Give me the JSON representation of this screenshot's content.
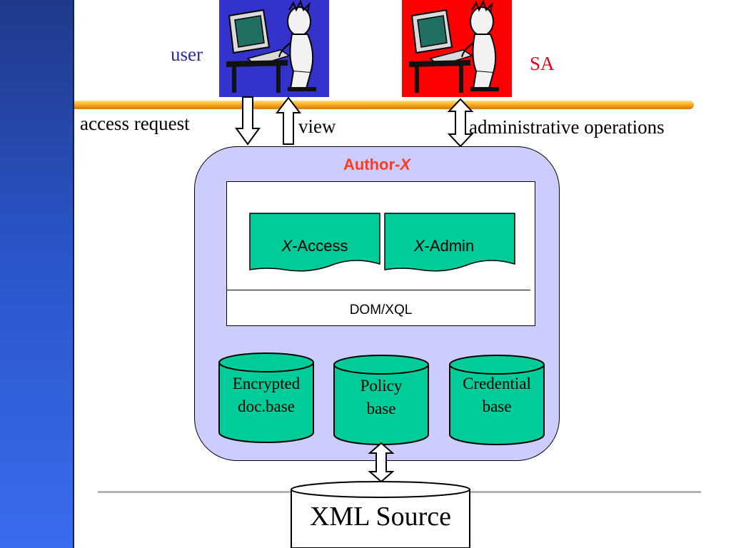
{
  "actors": {
    "user": {
      "label": "user",
      "color": "#2a2aa8",
      "tile_color": "#3333cc"
    },
    "sa": {
      "label": "SA",
      "color": "#e8001c",
      "tile_color": "#ff0000"
    }
  },
  "arrows": {
    "access_request": "access request",
    "view": "view",
    "administrative_operations": "administrative operations"
  },
  "system": {
    "title_prefix": "Author-",
    "title_var": "X",
    "modules": [
      {
        "var": "X",
        "name": "-Access"
      },
      {
        "var": "X",
        "name": "-Admin"
      }
    ],
    "layer": "DOM/XQL",
    "databases": [
      {
        "line1": "Encrypted",
        "line2": "doc.base"
      },
      {
        "line1": "Policy",
        "line2": "base"
      },
      {
        "line1": "Credential",
        "line2": "base"
      }
    ]
  },
  "source": {
    "label": "XML Source"
  },
  "colors": {
    "module_fill": "#00cc99",
    "system_fill": "#ccccff",
    "title_color": "#ff3b1f",
    "rule_color": "#f6a21a"
  }
}
